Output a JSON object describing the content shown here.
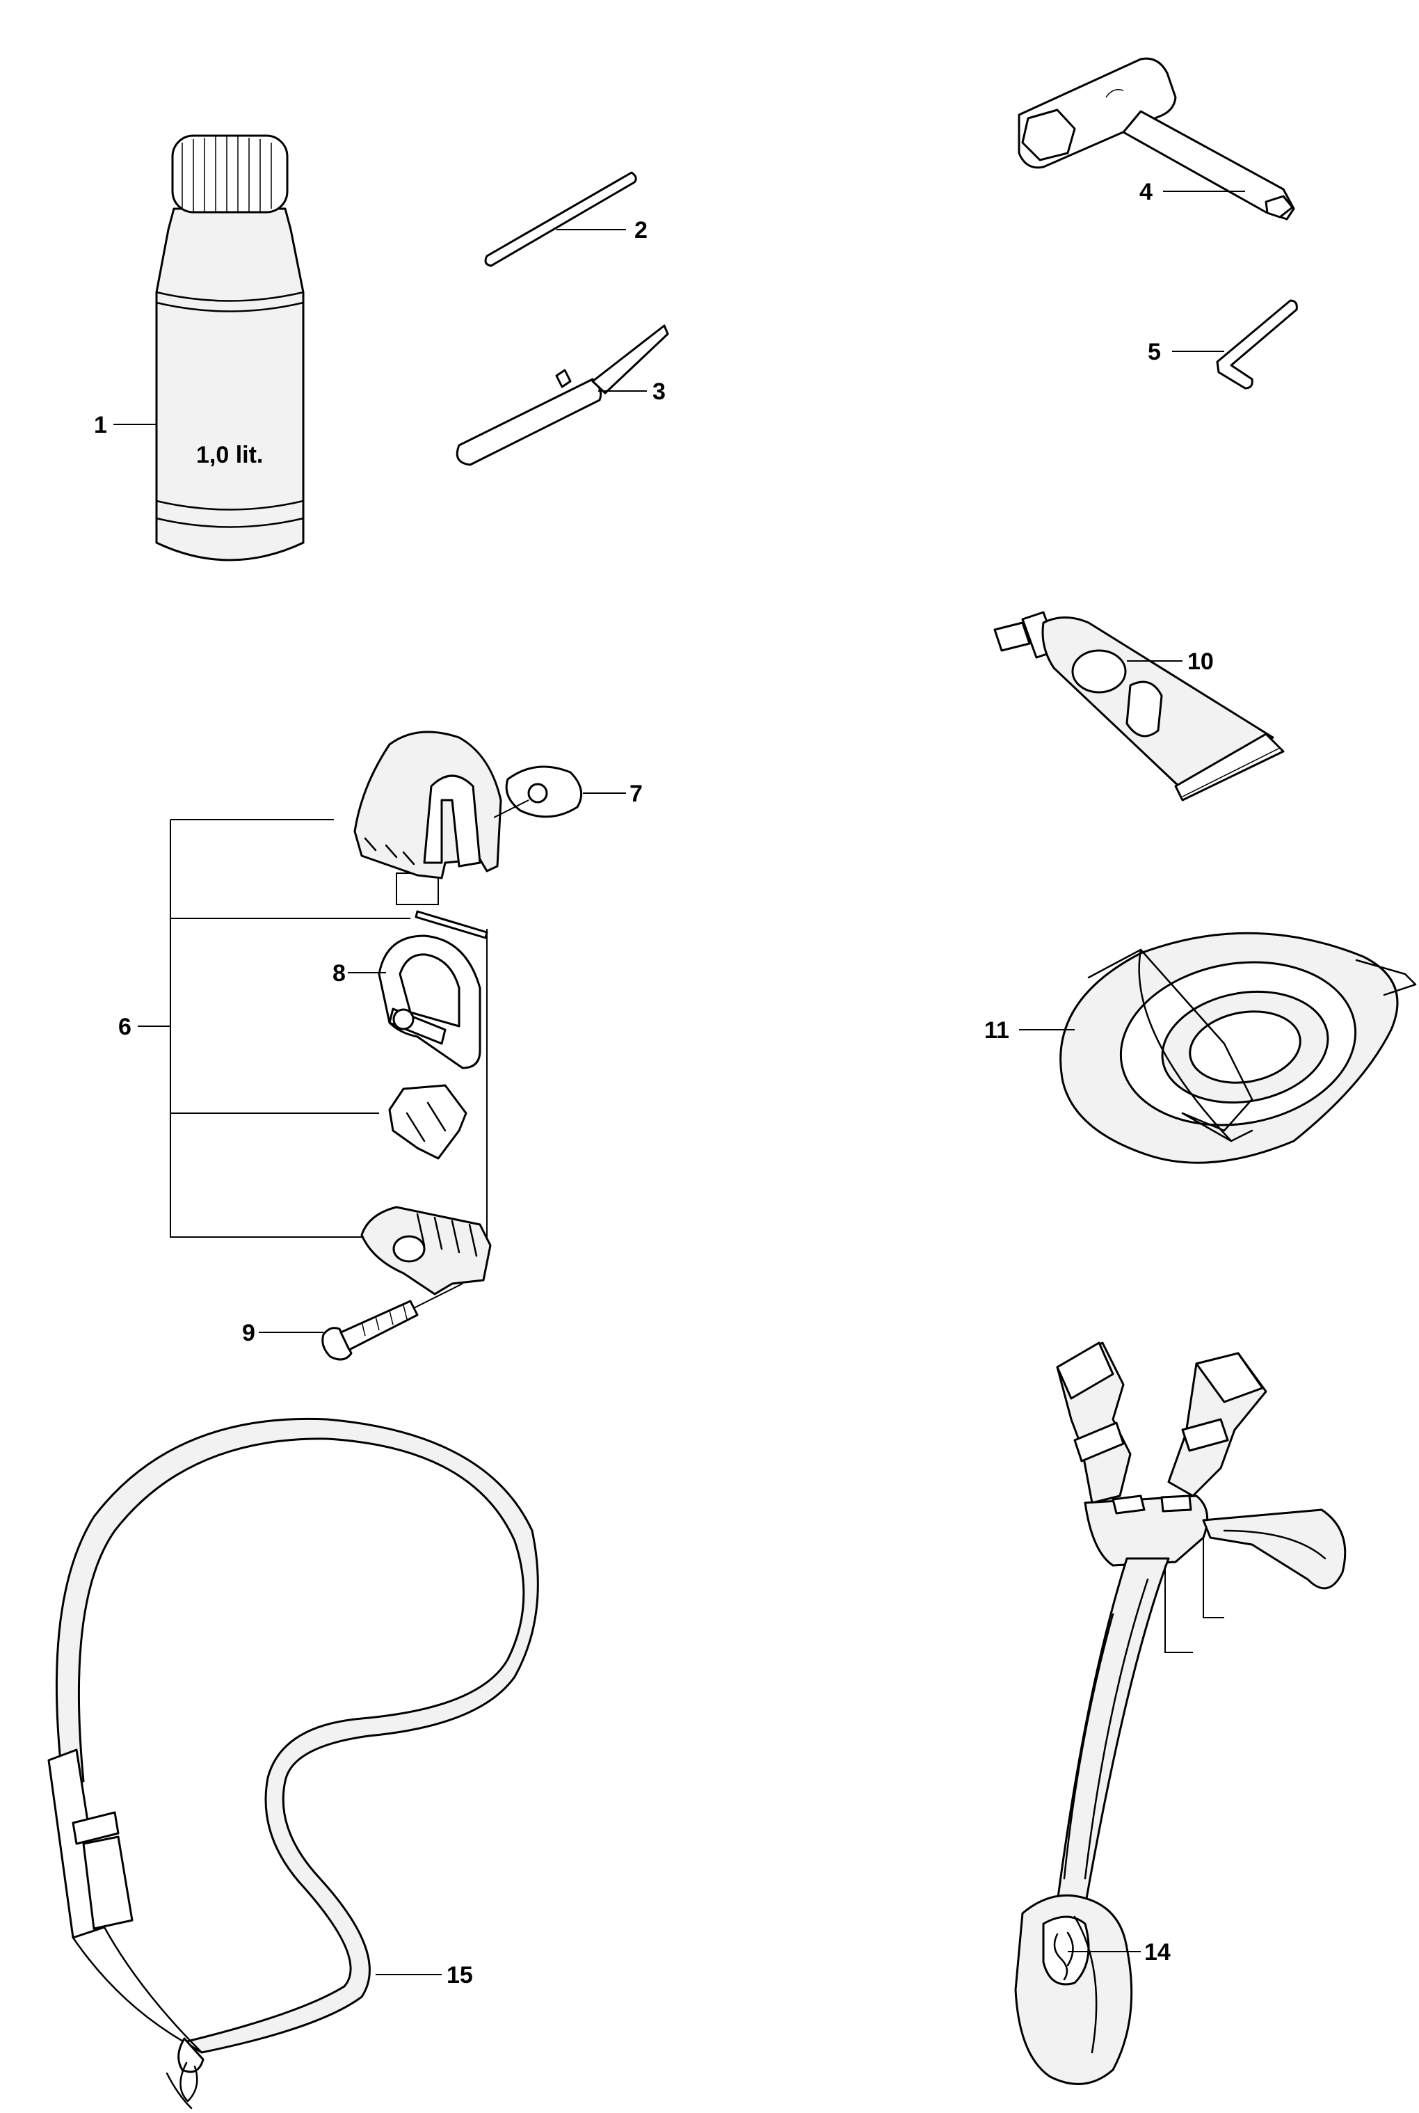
{
  "diagram": {
    "callouts": [
      {
        "id": "1",
        "label": "1"
      },
      {
        "id": "2",
        "label": "2"
      },
      {
        "id": "3",
        "label": "3"
      },
      {
        "id": "4",
        "label": "4"
      },
      {
        "id": "5",
        "label": "5"
      },
      {
        "id": "6",
        "label": "6"
      },
      {
        "id": "7",
        "label": "7"
      },
      {
        "id": "8",
        "label": "8"
      },
      {
        "id": "9",
        "label": "9"
      },
      {
        "id": "10",
        "label": "10"
      },
      {
        "id": "11",
        "label": "11"
      },
      {
        "id": "14",
        "label": "14"
      },
      {
        "id": "15",
        "label": "15"
      }
    ],
    "bottle_text": "1,0 lit."
  }
}
